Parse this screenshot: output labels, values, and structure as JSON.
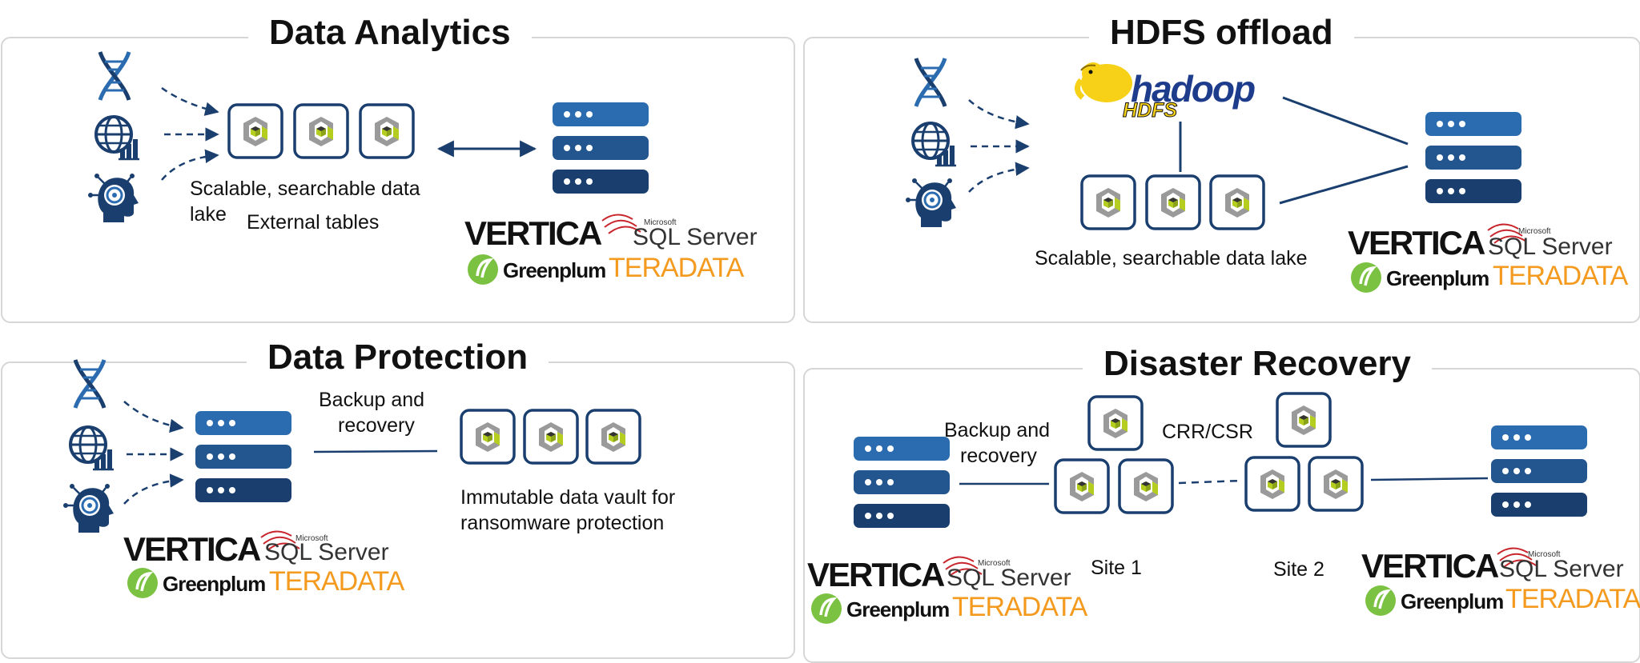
{
  "colors": {
    "navy": "#1a3f6f",
    "blue": "#2b6cb0",
    "lime": "#b4cd1e",
    "grey": "#9a9a9a",
    "orange": "#f39a1f",
    "green": "#7cc242",
    "sqlred": "#c8262c",
    "hadoopYellow": "#f7d117"
  },
  "icons": [
    "dna-icon",
    "globe-chart-icon",
    "ai-head-icon",
    "object-storage-node-icon",
    "server-stack-icon"
  ],
  "panels": {
    "analytics": {
      "title": "Data Analytics",
      "label1": "Scalable, searchable data",
      "label2": "lake",
      "label3": "External tables"
    },
    "hdfs": {
      "title": "HDFS offload",
      "label1": "Scalable, searchable data lake"
    },
    "protection": {
      "title": "Data Protection",
      "label1": "Backup and",
      "label2": "recovery",
      "label3": "Immutable data vault for",
      "label4": "ransomware protection"
    },
    "recovery": {
      "title": "Disaster Recovery",
      "label1": "Backup and",
      "label2": "recovery",
      "label3": "CRR/CSR",
      "site1": "Site 1",
      "site2": "Site 2"
    }
  },
  "logos": {
    "vertica": "VERTICA",
    "microsoft": "Microsoft",
    "sqlserver": "SQL Server",
    "greenplum": "Greenplum",
    "teradata": "TERADATA",
    "hadoop": "hadoop",
    "hdfs": "HDFS"
  }
}
